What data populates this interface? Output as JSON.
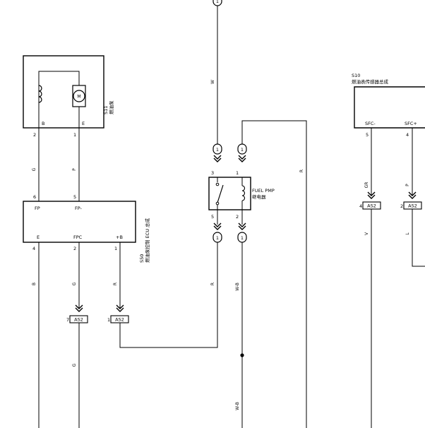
{
  "components": {
    "fuel_pump": {
      "code": "S11",
      "name": "燃油泵",
      "motor_label": "M",
      "pins": [
        {
          "pin": "2",
          "name": "B"
        },
        {
          "pin": "1",
          "name": "E"
        }
      ]
    },
    "ecu": {
      "code": "S50",
      "name": "燃油泵控制 ECU 总成",
      "top_pins": [
        {
          "pin": "6",
          "name": "FP"
        },
        {
          "pin": "5",
          "name": "FP-"
        }
      ],
      "bottom_pins": [
        {
          "pin": "4",
          "name": "E"
        },
        {
          "pin": "2",
          "name": "FPC"
        },
        {
          "pin": "1",
          "name": "+B"
        }
      ]
    },
    "relay": {
      "name_en": "FUEL PMP",
      "name_cn": "继电器",
      "pins": [
        "3",
        "1",
        "5",
        "2"
      ]
    },
    "sensor": {
      "code": "S10",
      "name": "燃油表传感器总成",
      "pins": [
        {
          "pin": "5",
          "name": "SFC-"
        },
        {
          "pin": "4",
          "name": "SFC+"
        }
      ]
    }
  },
  "wire_colors": {
    "pump_b": "G",
    "pump_e": "P",
    "relay_feed": "W",
    "relay_out": "R",
    "ecu_e": "B",
    "ecu_fpc": "G",
    "ecu_fpc_lower": "G",
    "ecu_b": "R",
    "relay_2": "W-B",
    "relay_2_lower": "W-B",
    "relay_1_return": "R",
    "sensor_minus": "GR",
    "sensor_plus": "P",
    "sensor_minus_lower": "V",
    "sensor_plus_lower": "L"
  },
  "connectors": {
    "as2_fpc": {
      "pin": "7",
      "name": "AS2"
    },
    "as2_b": {
      "pin": "1",
      "name": "AS2"
    },
    "as2_s1": {
      "pin": "4",
      "name": "AS2"
    },
    "as2_s2": {
      "pin": "2",
      "name": "AS2"
    }
  },
  "junctions": {
    "top": "1",
    "relay_in_left": "1",
    "relay_in_right": "1",
    "relay_out_left": "1",
    "relay_out_right": "1"
  }
}
